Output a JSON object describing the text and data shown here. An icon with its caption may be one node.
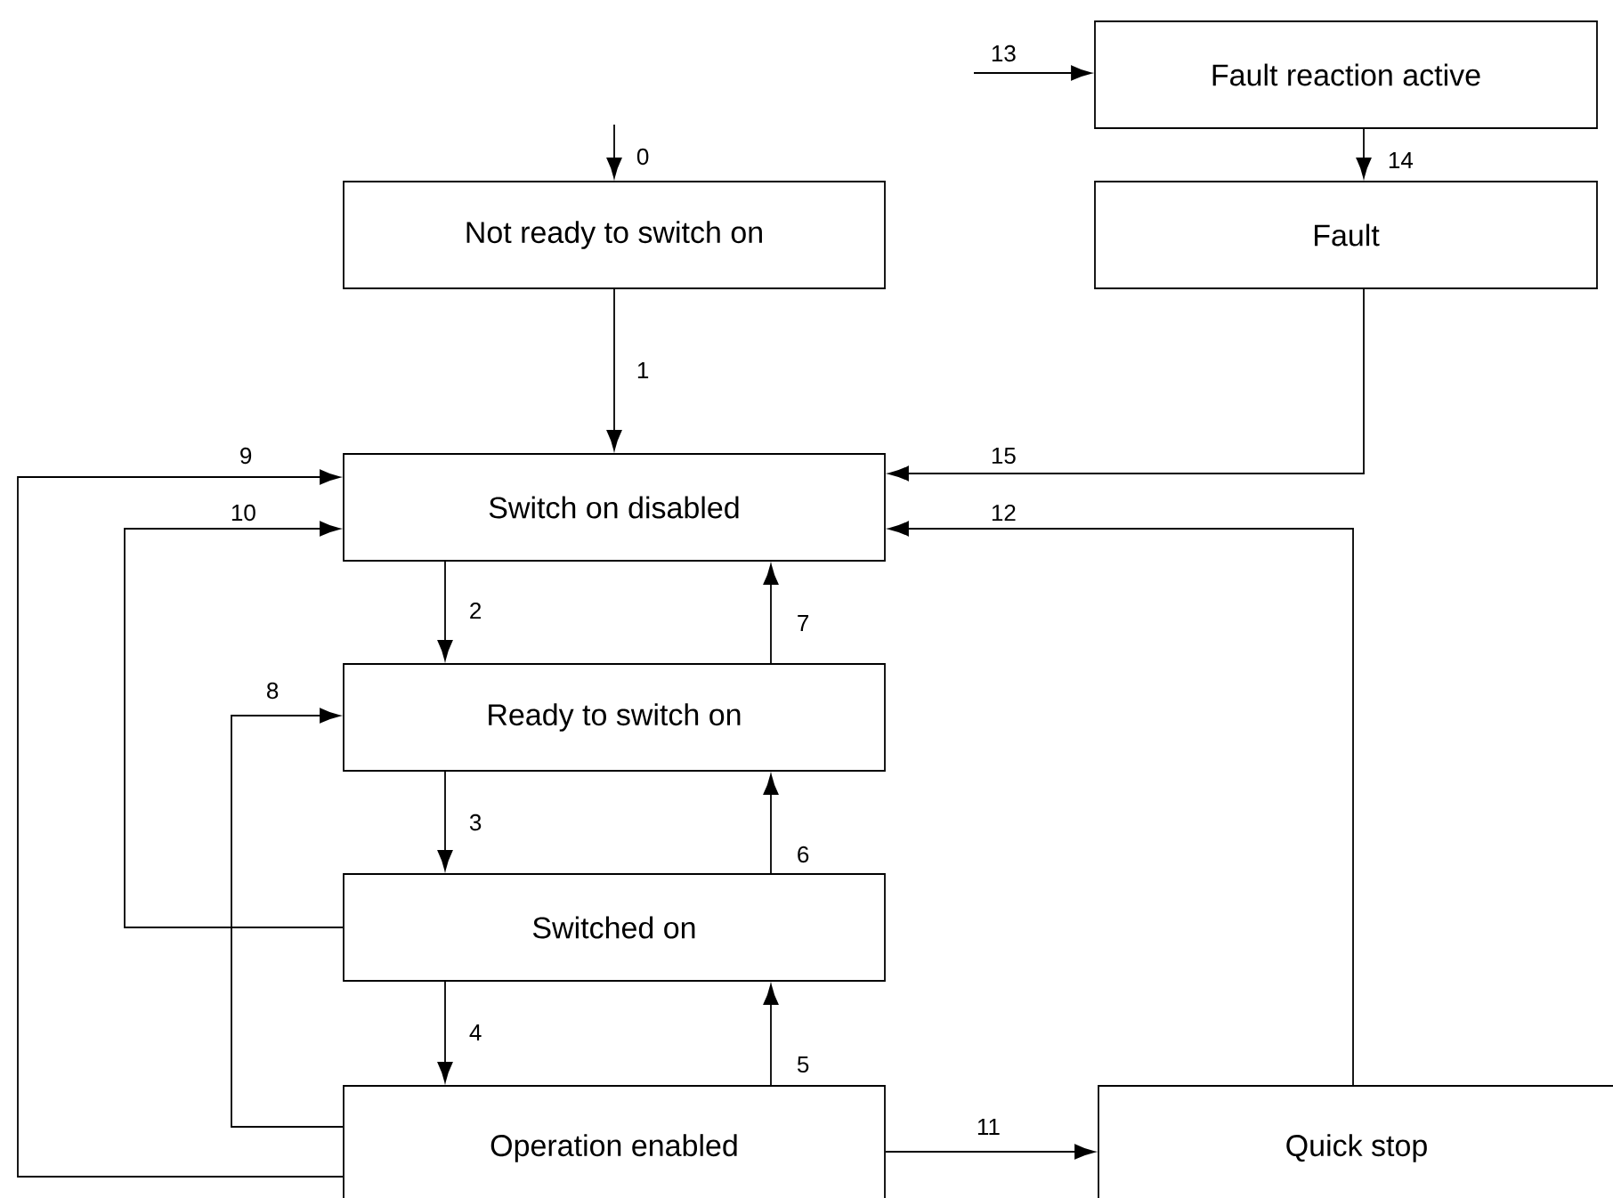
{
  "diagram": {
    "nodes": [
      {
        "text": [
          "Not ready to switch on"
        ]
      },
      {
        "text": [
          "Switch on disabled"
        ]
      },
      {
        "text": [
          "Ready to switch on"
        ]
      },
      {
        "text": [
          "Switched on"
        ]
      },
      {
        "text": [
          "Operation enabled"
        ]
      },
      {
        "text": [
          "Quick stop"
        ]
      },
      {
        "text": [
          "Fault reaction active"
        ]
      },
      {
        "text": [
          "Fault"
        ]
      }
    ],
    "edges": [
      {
        "from": null,
        "to": 0,
        "arrow": "to",
        "label": "0"
      },
      {
        "from": 0,
        "to": 1,
        "arrow": "to",
        "label": "1"
      },
      {
        "from": 1,
        "to": 2,
        "arrow": "to",
        "label": "2"
      },
      {
        "from": 2,
        "to": 3,
        "arrow": "to",
        "label": "3"
      },
      {
        "from": 3,
        "to": 4,
        "arrow": "to",
        "label": "4"
      },
      {
        "from": 4,
        "to": 3,
        "arrow": "to",
        "label": "5"
      },
      {
        "from": 3,
        "to": 2,
        "arrow": "to",
        "label": "6"
      },
      {
        "from": 2,
        "to": 1,
        "arrow": "to",
        "label": "7"
      },
      {
        "from": 4,
        "to": 2,
        "arrow": "to",
        "label": "8"
      },
      {
        "from": 4,
        "to": 1,
        "arrow": "to",
        "label": "9"
      },
      {
        "from": 3,
        "to": 1,
        "arrow": "to",
        "label": "10"
      },
      {
        "from": 4,
        "to": 5,
        "arrow": "to",
        "label": "11"
      },
      {
        "from": 5,
        "to": 1,
        "arrow": "to",
        "label": "12"
      },
      {
        "from": null,
        "to": 6,
        "arrow": "to",
        "label": "13"
      },
      {
        "from": 6,
        "to": 7,
        "arrow": "to",
        "label": "14"
      },
      {
        "from": 7,
        "to": 1,
        "arrow": "to",
        "label": "15"
      }
    ]
  }
}
